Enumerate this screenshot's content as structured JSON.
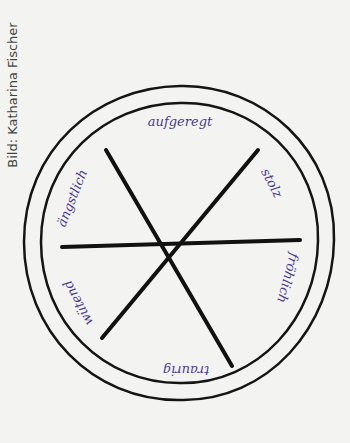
{
  "diagram": {
    "labels": [
      "aufgeregt",
      "stolz",
      "fröhlich",
      "traurig",
      "wütend",
      "ängstlich",
      "Bild: Katharina Fischer"
    ]
  }
}
